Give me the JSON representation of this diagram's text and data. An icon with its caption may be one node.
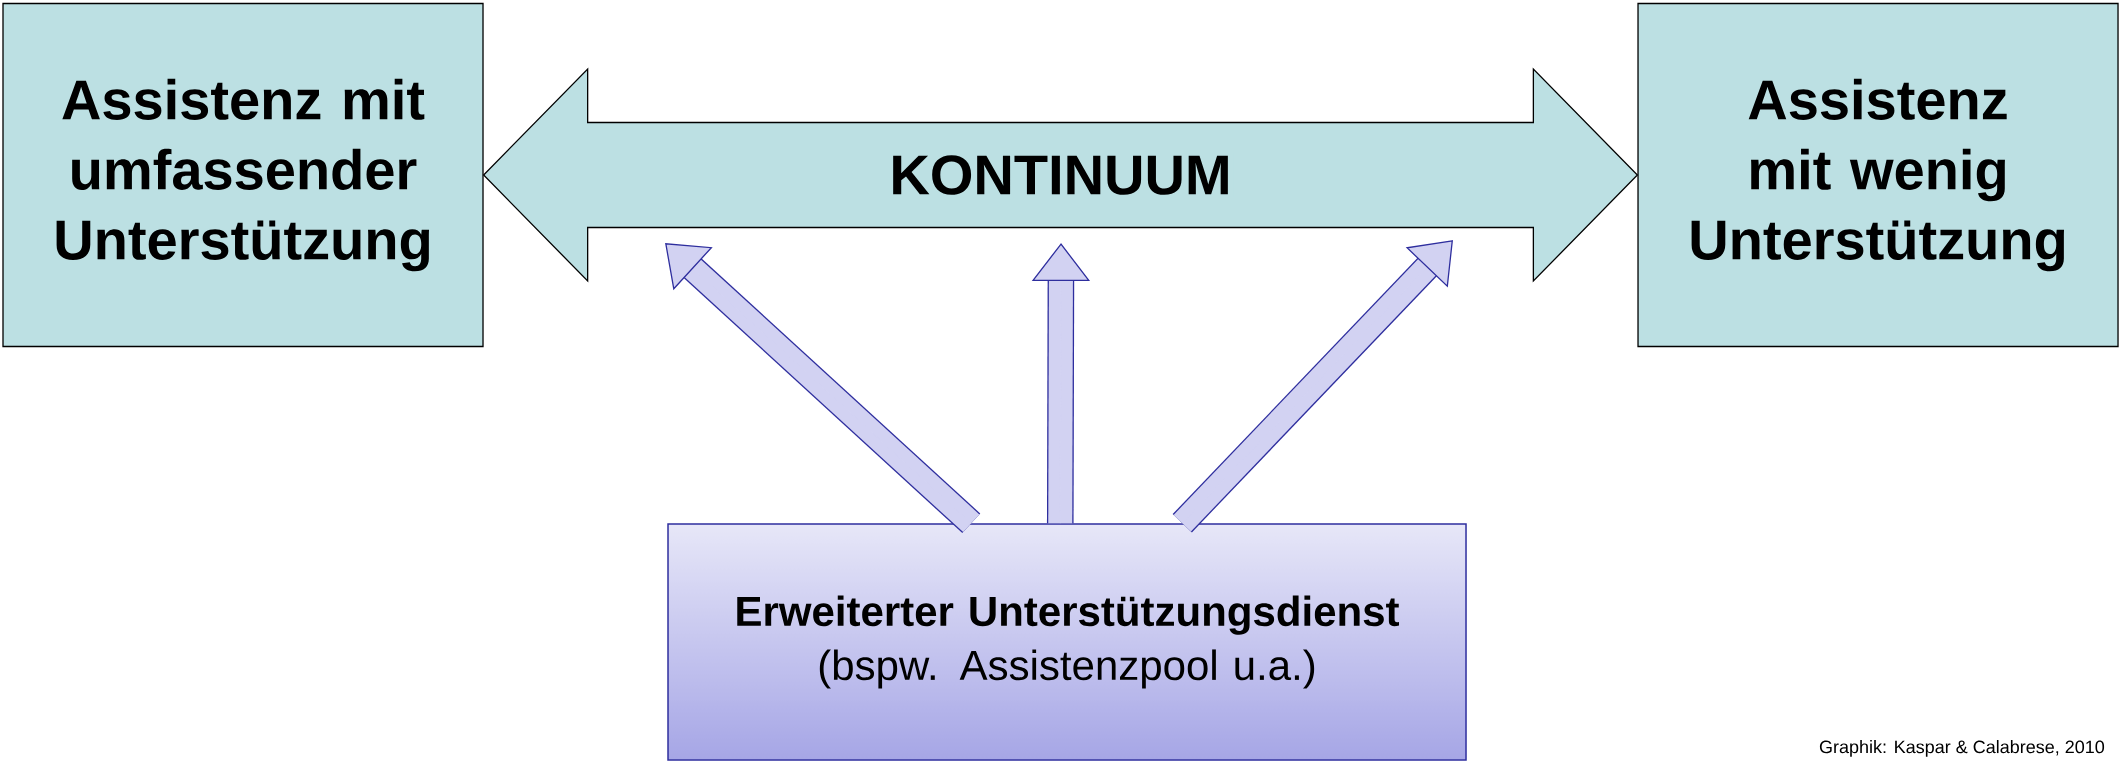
{
  "diagram": {
    "nodes": [
      {
        "text": [
          "Assistenz mit umfassender Unterstützung"
        ]
      },
      {
        "text": [
          "Assistenz mit wenig Unterstützung"
        ]
      },
      {
        "text": [
          "Erweiterter Unterstützungsdienst",
          "(bspw. Assistenzpool u.a.)"
        ]
      }
    ],
    "edges": [
      {
        "from": 0,
        "to": 1,
        "arrow": "both",
        "label": "KONTINUUM",
        "style": "thick",
        "color": "#000000"
      },
      {
        "from": 2,
        "to": null,
        "arrow": "to"
      },
      {
        "from": 2,
        "to": null,
        "arrow": "to"
      },
      {
        "from": 2,
        "to": null,
        "arrow": "to"
      }
    ],
    "labels": [
      "Graphik: Kaspar & Calabrese, 2010"
    ]
  }
}
